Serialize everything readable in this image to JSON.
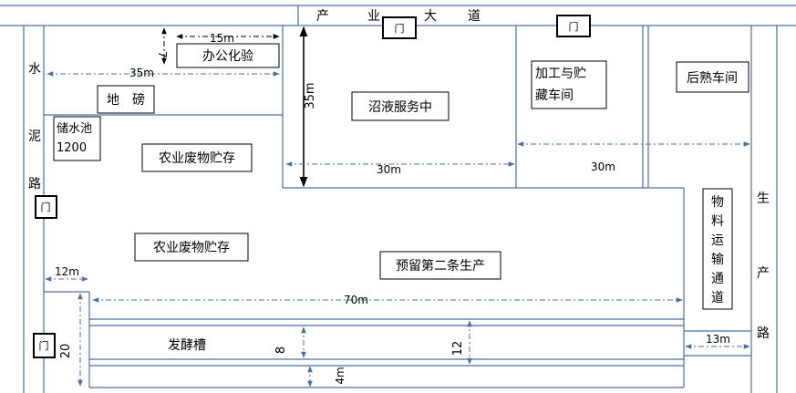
{
  "roads": {
    "top": [
      "产",
      "业",
      "大",
      "道"
    ],
    "left": [
      "水",
      "泥",
      "路"
    ],
    "right": [
      "生",
      "产",
      "路"
    ]
  },
  "buildings": {
    "office": "办公化验",
    "weighbridge": "地　磅",
    "reservoir_line1": "储水池",
    "reservoir_line2": "1200",
    "storage_upper": "农业废物贮存",
    "storage_lower": "农业废物贮存",
    "biogas_center": "沼液服务中",
    "processing_line1": "加工与贮",
    "processing_line2": "藏车间",
    "curing": "后熟车间",
    "reserved_line": "预留第二条生产",
    "transport": [
      "物",
      "料",
      "运",
      "输",
      "通",
      "道"
    ],
    "fermentation": "发酵槽"
  },
  "gate_label": "门",
  "dimensions": {
    "d15m": "15m",
    "d7": "7",
    "d35m_h": "35m",
    "d35m_v": "35m",
    "d30m_a": "30m",
    "d30m_b": "30m",
    "d12m": "12m",
    "d70m": "70m",
    "d20": "20",
    "d8": "8",
    "d12": "12",
    "d4m": "4m",
    "d13m": "13m"
  }
}
